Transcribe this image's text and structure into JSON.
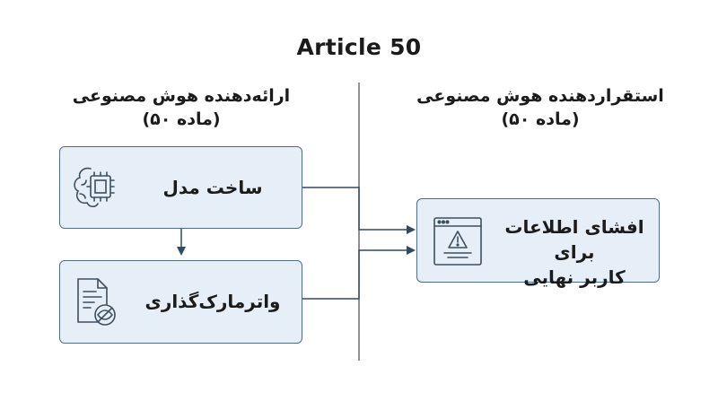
{
  "title": "Article 50",
  "provider": {
    "heading": "ارائه‌دهنده هوش مصنوعی",
    "subheading": "(ماده ۵۰)",
    "steps": [
      {
        "label": "ساخت مدل",
        "icon": "ai-chip-brain-icon"
      },
      {
        "label": "واترمارک‌گذاری",
        "icon": "document-watermark-icon"
      }
    ]
  },
  "deployer": {
    "heading": "استقراردهنده هوش مصنوعی",
    "subheading": "(ماده ۵۰)",
    "step": {
      "label_line1": "افشای اطلاعات برای",
      "label_line2": "کاربر نهایی",
      "icon": "browser-warning-icon"
    }
  },
  "colors": {
    "box_fill": "#e6eff8",
    "box_stroke": "#4e6d86",
    "arrow": "#2f4a63",
    "divider": "#555555",
    "icon_stroke": "#3d4f5f"
  }
}
